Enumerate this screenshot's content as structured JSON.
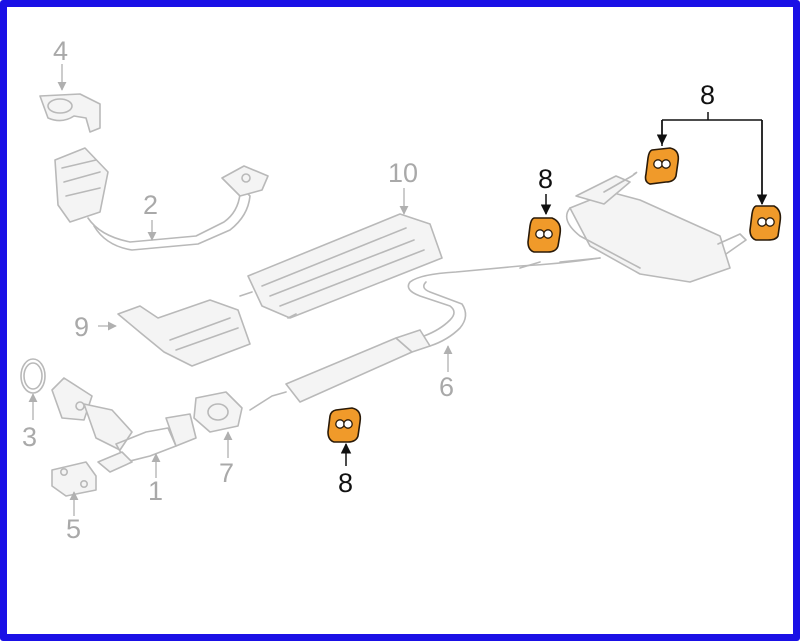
{
  "diagram": {
    "frame_color": "#1a10e6",
    "highlight_color": "#f09a2a",
    "labels": {
      "part_1": "1",
      "part_2": "2",
      "part_3": "3",
      "part_4": "4",
      "part_5": "5",
      "part_6": "6",
      "part_7": "7",
      "part_8_a": "8",
      "part_8_b": "8",
      "part_8_c": "8",
      "part_9": "9",
      "part_10": "10"
    }
  }
}
